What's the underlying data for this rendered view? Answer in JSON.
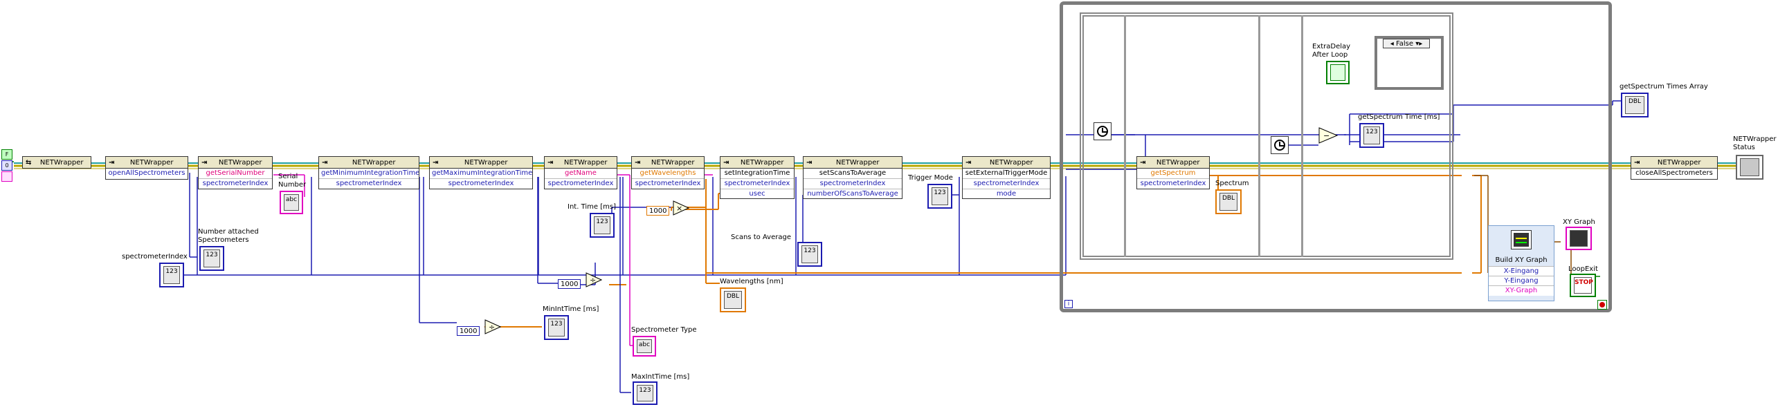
{
  "nodes": {
    "open_ref": {
      "label": "NETWrapper"
    },
    "open_all": {
      "label": "NETWrapper",
      "props": [
        "openAllSpectrometers"
      ]
    },
    "serial": {
      "label": "NETWrapper",
      "props": [
        "getSerialNumber",
        "spectrometerIndex"
      ]
    },
    "min_int": {
      "label": "NETWrapper",
      "props": [
        "getMinimumIntegrationTime",
        "spectrometerIndex"
      ]
    },
    "max_int": {
      "label": "NETWrapper",
      "props": [
        "getMaximumIntegrationTime",
        "spectrometerIndex"
      ]
    },
    "name": {
      "label": "NETWrapper",
      "props": [
        "getName",
        "spectrometerIndex"
      ]
    },
    "wavelengths": {
      "label": "NETWrapper",
      "props": [
        "getWavelengths",
        "spectrometerIndex"
      ]
    },
    "set_int": {
      "label": "NETWrapper",
      "props": [
        "setIntegrationTime",
        "spectrometerIndex",
        "usec"
      ]
    },
    "set_scans": {
      "label": "NETWrapper",
      "props": [
        "setScansToAverage",
        "spectrometerIndex",
        "numberOfScansToAverage"
      ]
    },
    "set_trig": {
      "label": "NETWrapper",
      "props": [
        "setExternalTriggerMode",
        "spectrometerIndex",
        "mode"
      ]
    },
    "get_spec": {
      "label": "NETWrapper",
      "props": [
        "getSpectrum",
        "spectrometerIndex"
      ]
    },
    "close": {
      "label": "NETWrapper",
      "props": [
        "closeAllSpectrometers"
      ]
    },
    "build_xy": {
      "label": "Build XY Graph",
      "props": [
        "X-Eingang",
        "Y-Eingang",
        "XY-Graph"
      ]
    }
  },
  "labels": {
    "serial_number": "Serial\nNumber",
    "number_attached": "Number attached\nSpectrometers",
    "spectrometer_index": "spectrometerIndex",
    "int_time": "Int. Time [ms]",
    "scans_to_average": "Scans to Average",
    "trigger_mode": "Trigger Mode",
    "min_int_time": "MinIntTime [ms]",
    "max_int_time": "MaxIntTime [ms]",
    "spectrometer_type": "Spectrometer Type",
    "wavelengths": "Wavelengths [nm]",
    "spectrum": "Spectrum",
    "extra_delay": "ExtraDelay\nAfter Loop",
    "get_spectrum_time": "getSpectrum Time [ms]",
    "get_spectrum_times_array": "getSpectrum Times Array",
    "xy_graph": "XY Graph",
    "loop_exit": "LoopExit",
    "netwrapper_status": "NETWrapper\nStatus",
    "case_selector": "False",
    "loop_index": "i"
  },
  "constants": {
    "c1000_a": "1000",
    "c1000_b": "1000",
    "c1000_c": "1000"
  },
  "indicators": {
    "numeric": "123",
    "string": "abc",
    "dbl_array": "DBL",
    "stop": "STOP"
  },
  "colors": {
    "class_wire": "#1fa0a0",
    "i32_wire": "#1b1bb0",
    "dbl_wire": "#e07800",
    "string_wire": "#e000c0",
    "error_wire": "#b8a800",
    "bool_wire": "#008000",
    "node_header": "#ebe7c9",
    "loop_border": "#7c7c7c"
  }
}
